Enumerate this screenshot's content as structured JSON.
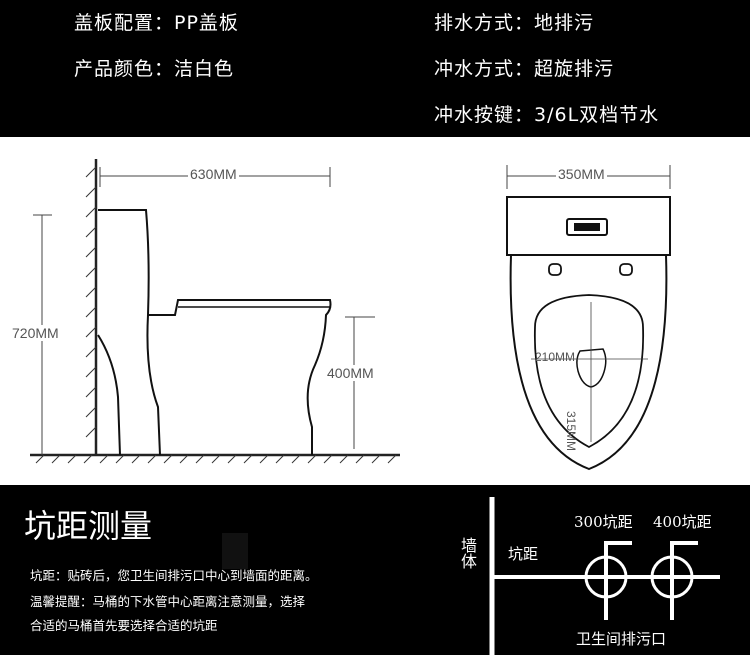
{
  "specs": {
    "cover": "盖板配置：PP盖板",
    "color": "产品颜色：洁白色",
    "drain": "排水方式：地排污",
    "flush": "冲水方式：超旋排污",
    "button": "冲水按键：3/6L双档节水"
  },
  "side_view": {
    "width_label": "630MM",
    "height_label": "720MM",
    "seat_height_label": "400MM"
  },
  "top_view": {
    "width_label": "350MM",
    "bowl_width_label": "210MM",
    "bowl_length_label": "315MM"
  },
  "rough_in": {
    "title": "坑距测量",
    "definition": "坑距：贴砖后，您卫生间排污口中心到墙面的距离。",
    "tip_line1": "温馨提醒：马桶的下水管中心距离注意测量，选择",
    "tip_line2": "合适的马桶首先要选择合适的坑距",
    "wall_label": "墙体",
    "distance_label": "坑距",
    "option_300": "300坑距",
    "option_400": "400坑距",
    "outlet_label": "卫生间排污口"
  }
}
